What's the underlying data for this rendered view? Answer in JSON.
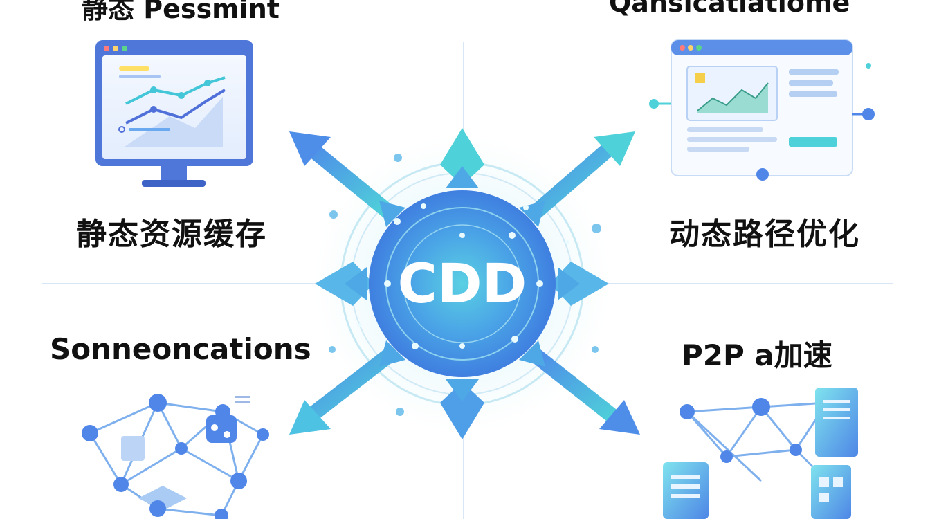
{
  "diagram": {
    "center": {
      "label": "CDD"
    },
    "top_left": {
      "heading": "静态 Pessmint",
      "caption": "静态资源缓存",
      "icon": "monitor-chart-icon"
    },
    "top_right": {
      "heading": "Qansicatiatiome",
      "caption": "动态路径优化",
      "icon": "dashboard-window-icon"
    },
    "bottom_left": {
      "caption": "Sonneoncations",
      "icon": "node-network-icon"
    },
    "bottom_right": {
      "caption": "P2P a加速",
      "icon": "server-network-icon"
    }
  },
  "colors": {
    "accent_blue": "#4f86e8",
    "accent_teal": "#3fc9c9",
    "light_blue": "#dbe8fb",
    "text": "#111111"
  }
}
